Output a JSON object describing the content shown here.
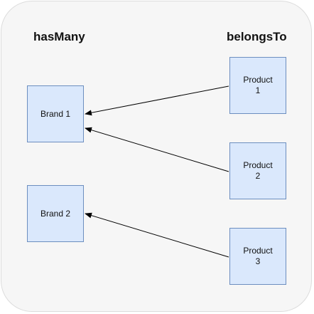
{
  "headings": {
    "left": "hasMany",
    "right": "belongsTo"
  },
  "brands": [
    {
      "id": "brand-1",
      "label": "Brand 1"
    },
    {
      "id": "brand-2",
      "label": "Brand 2"
    }
  ],
  "products": [
    {
      "id": "product-1",
      "label": "Product\n1"
    },
    {
      "id": "product-2",
      "label": "Product\n2"
    },
    {
      "id": "product-3",
      "label": "Product\n3"
    }
  ],
  "edges": [
    {
      "from": "product-1",
      "to": "brand-1"
    },
    {
      "from": "product-2",
      "to": "brand-1"
    },
    {
      "from": "product-3",
      "to": "brand-2"
    }
  ],
  "colors": {
    "node_fill": "#dae8fc",
    "node_stroke": "#6c8ebf",
    "background": "#f6f6f6",
    "edge": "#000000"
  }
}
